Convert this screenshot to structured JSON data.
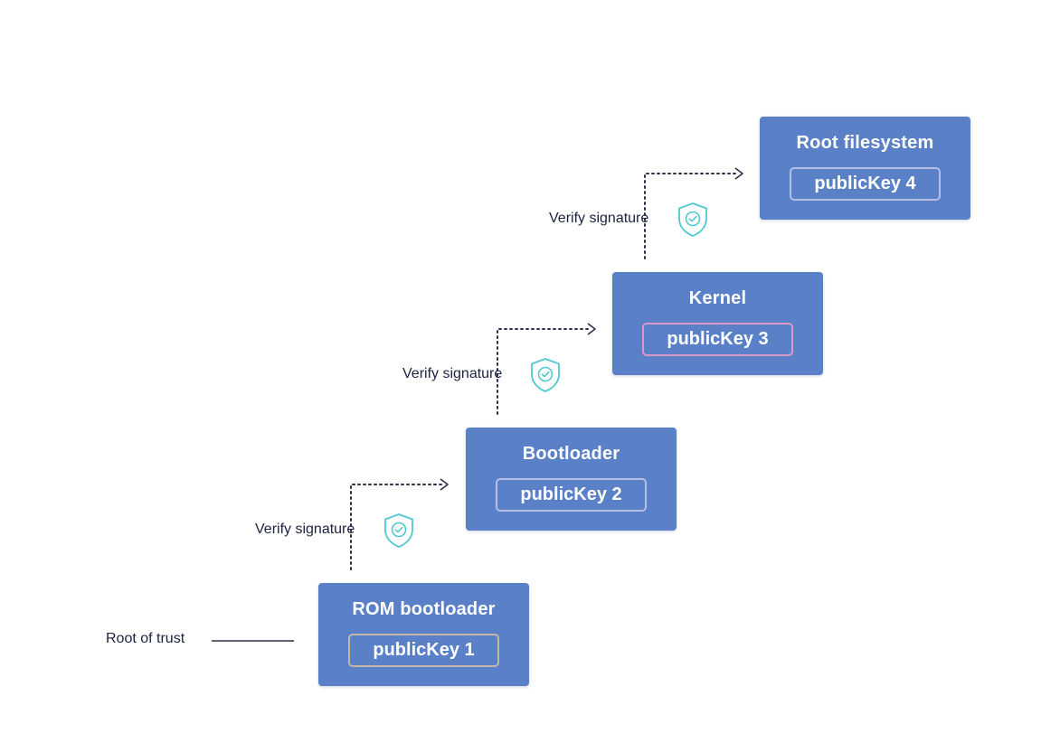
{
  "root_label": "Root of trust",
  "verify_label": "Verify signature",
  "stages": [
    {
      "title": "ROM bootloader",
      "key": "publicKey 1"
    },
    {
      "title": "Bootloader",
      "key": "publicKey 2"
    },
    {
      "title": "Kernel",
      "key": "publicKey 3"
    },
    {
      "title": "Root filesystem",
      "key": "publicKey 4"
    }
  ],
  "colors": {
    "box": "#5a80c8",
    "shield": "#4fc9cf",
    "text_dark": "#1d2240",
    "connector": "#2b2f4a"
  },
  "icons": [
    "shield-check-icon",
    "arrow-right-icon"
  ]
}
